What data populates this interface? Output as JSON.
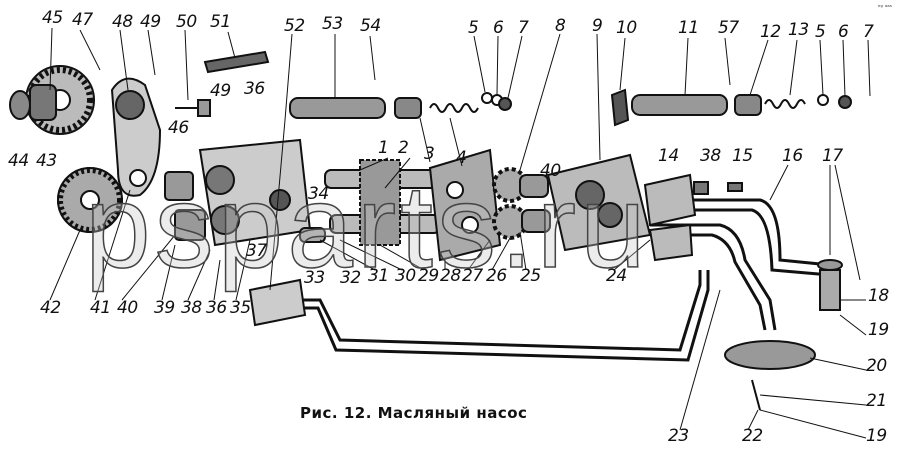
{
  "caption": "Рис. 12. Масляный насос",
  "watermark": "psparts.ru",
  "corner_mark": "ᵉᵍ ᵃᵃᵃ",
  "labels": [
    "45",
    "47",
    "48",
    "49",
    "50",
    "51",
    "52",
    "53",
    "54",
    "5",
    "6",
    "7",
    "8",
    "9",
    "10",
    "11",
    "57",
    "12",
    "13",
    "5",
    "6",
    "7",
    "49",
    "36",
    "46",
    "44",
    "43",
    "1",
    "2",
    "3",
    "4",
    "40",
    "14",
    "38",
    "15",
    "16",
    "17",
    "34",
    "42",
    "41",
    "40",
    "39",
    "38",
    "36",
    "35",
    "37",
    "31",
    "30",
    "29",
    "28",
    "27",
    "26",
    "25",
    "24",
    "33",
    "32",
    "18",
    "19",
    "20",
    "21",
    "23",
    "22",
    "19"
  ]
}
